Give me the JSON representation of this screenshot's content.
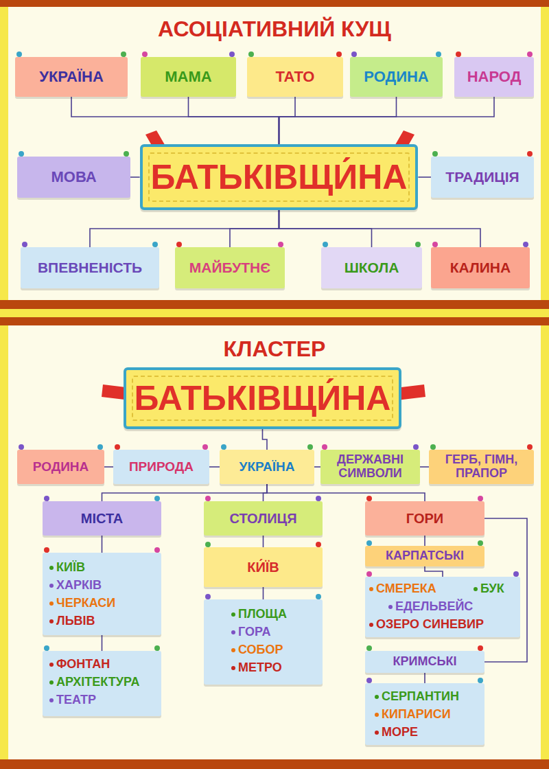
{
  "diagram": {
    "title": "АСОЦІАТИВНИЙ КУЩ",
    "nodes": [
      {
        "text": [
          "УКРАЇНА"
        ]
      },
      {
        "text": [
          "МАМА"
        ]
      },
      {
        "text": [
          "ТАТО"
        ]
      },
      {
        "text": [
          "РОДИНА"
        ]
      },
      {
        "text": [
          "НАРОД"
        ]
      },
      {
        "text": [
          "МОВА"
        ]
      },
      {
        "text": [
          "БАТЬКІВЩИ́НА"
        ]
      },
      {
        "text": [
          "ТРАДИЦІЯ"
        ]
      },
      {
        "text": [
          "ВПЕВНЕНІСТЬ"
        ]
      },
      {
        "text": [
          "МАЙБУТНЄ"
        ]
      },
      {
        "text": [
          "ШКОЛА"
        ]
      },
      {
        "text": [
          "КАЛИНА"
        ]
      },
      {
        "text": [
          "БАТЬКІВЩИ́НА"
        ]
      },
      {
        "text": [
          "РОДИНА"
        ]
      },
      {
        "text": [
          "ПРИРОДА"
        ]
      },
      {
        "text": [
          "УКРАЇНА"
        ]
      },
      {
        "text": [
          "ДЕРЖАВНІ СИМВОЛИ"
        ]
      },
      {
        "text": [
          "ГЕРБ, ГІМН, ПРАПОР"
        ]
      },
      {
        "text": [
          "МІСТА"
        ]
      },
      {
        "text": [
          "КИЇВ",
          "ХАРКІВ",
          "ЧЕРКАСИ",
          "ЛЬВІВ"
        ]
      },
      {
        "text": [
          "ФОНТАН",
          "АРХІТЕКТУРА",
          "ТЕАТР"
        ]
      },
      {
        "text": [
          "СТОЛИЦЯ"
        ]
      },
      {
        "text": [
          "КИ́ЇВ"
        ]
      },
      {
        "text": [
          "ПЛОЩА",
          "ГОРА",
          "СОБОР",
          "МЕТРО"
        ]
      },
      {
        "text": [
          "ГОРИ"
        ]
      },
      {
        "text": [
          "КАРПАТСЬКІ"
        ]
      },
      {
        "text": [
          "СМЕРЕКА",
          "БУК",
          "ЕДЕЛЬВЕЙС",
          "ОЗЕРО СИНЕВИР"
        ]
      },
      {
        "text": [
          "КРИМСЬКІ"
        ]
      },
      {
        "text": [
          "СЕРПАНТИН",
          "КИПАРИСИ",
          "МОРЕ"
        ]
      }
    ],
    "edges": [
      {
        "from": 0,
        "to": 6,
        "arrow": "none"
      },
      {
        "from": 1,
        "to": 6,
        "arrow": "none"
      },
      {
        "from": 2,
        "to": 6,
        "arrow": "none"
      },
      {
        "from": 3,
        "to": 6,
        "arrow": "none"
      },
      {
        "from": 4,
        "to": 6,
        "arrow": "none"
      },
      {
        "from": 5,
        "to": 6,
        "arrow": "none"
      },
      {
        "from": 6,
        "to": 7,
        "arrow": "none"
      },
      {
        "from": 6,
        "to": 8,
        "arrow": "none"
      },
      {
        "from": 6,
        "to": 9,
        "arrow": "none"
      },
      {
        "from": 6,
        "to": 10,
        "arrow": "none"
      },
      {
        "from": 6,
        "to": 11,
        "arrow": "none"
      },
      {
        "from": 12,
        "to": 15,
        "arrow": "none"
      },
      {
        "from": 13,
        "to": 14,
        "arrow": "none"
      },
      {
        "from": 14,
        "to": 15,
        "arrow": "none"
      },
      {
        "from": 15,
        "to": 16,
        "arrow": "none"
      },
      {
        "from": 16,
        "to": 17,
        "arrow": "none"
      },
      {
        "from": 15,
        "to": 18,
        "arrow": "none"
      },
      {
        "from": 15,
        "to": 21,
        "arrow": "none"
      },
      {
        "from": 15,
        "to": 24,
        "arrow": "none"
      },
      {
        "from": 18,
        "to": 19,
        "arrow": "none"
      },
      {
        "from": 19,
        "to": 20,
        "arrow": "none"
      },
      {
        "from": 21,
        "to": 22,
        "arrow": "none"
      },
      {
        "from": 22,
        "to": 23,
        "arrow": "none"
      },
      {
        "from": 24,
        "to": 25,
        "arrow": "none"
      },
      {
        "from": 25,
        "to": 26,
        "arrow": "none"
      },
      {
        "from": 24,
        "to": 27,
        "arrow": "none"
      },
      {
        "from": 27,
        "to": 28,
        "arrow": "none"
      }
    ],
    "labels": [
      "КЛАСТЕР"
    ]
  }
}
